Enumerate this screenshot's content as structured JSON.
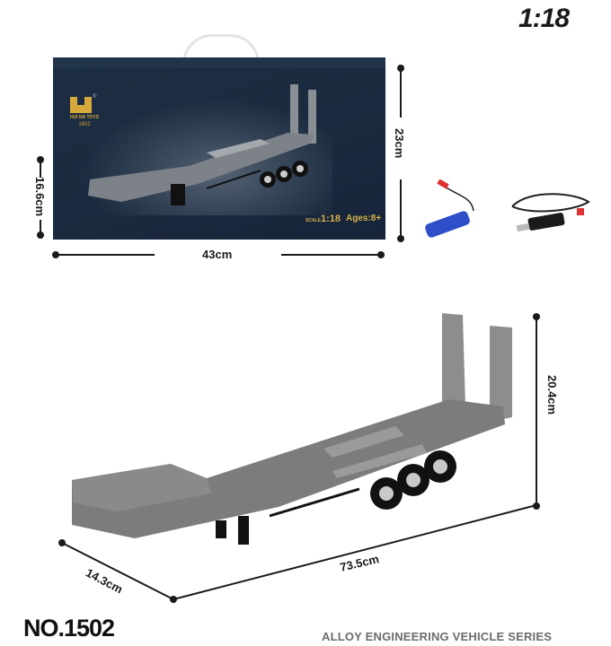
{
  "header": {
    "scale_label": "1:18"
  },
  "package": {
    "brand": "HUI NA TOYS",
    "model_no": "1502",
    "scale_prefix": "SCALE",
    "scale_value": "1:18",
    "ages_label": "Ages:",
    "ages_value": "8+",
    "dimensions": {
      "width": "43cm",
      "height": "23cm",
      "depth": "16.6cm"
    }
  },
  "accessories": [
    {
      "name": "battery",
      "color": "#2f4fc9"
    },
    {
      "name": "usb-charging-cable",
      "color": "#1a1a1a"
    }
  ],
  "product": {
    "dimensions": {
      "length": "73.5cm",
      "width": "14.3cm",
      "height": "20.4cm"
    }
  },
  "footer": {
    "model_number": "NO.1502",
    "series": "ALLOY ENGINEERING VEHICLE SERIES"
  },
  "colors": {
    "box": "#1d2e44",
    "gold": "#d7b24a",
    "trailer": "#7d7d7d"
  }
}
